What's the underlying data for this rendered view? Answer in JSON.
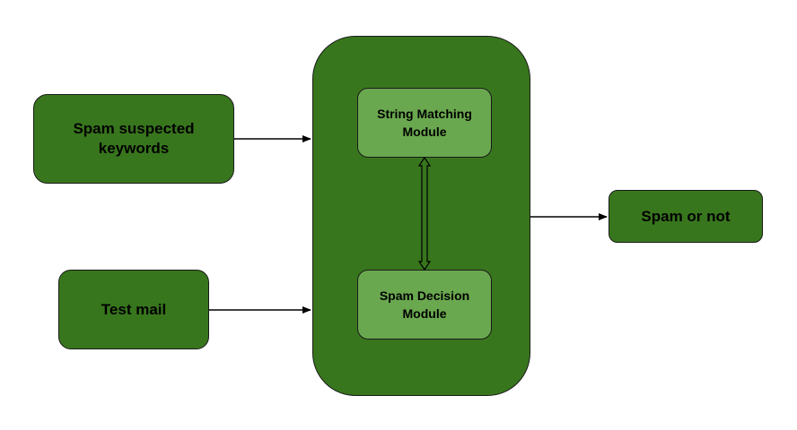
{
  "nodes": {
    "keywords": "Spam suspected\nkeywords",
    "test_mail": "Test mail",
    "string_matching": "String Matching\nModule",
    "spam_decision": "Spam Decision\nModule",
    "output": "Spam or not"
  },
  "colors": {
    "dark_green": "#38761d",
    "light_green": "#6aa84f",
    "stroke": "#000000"
  }
}
